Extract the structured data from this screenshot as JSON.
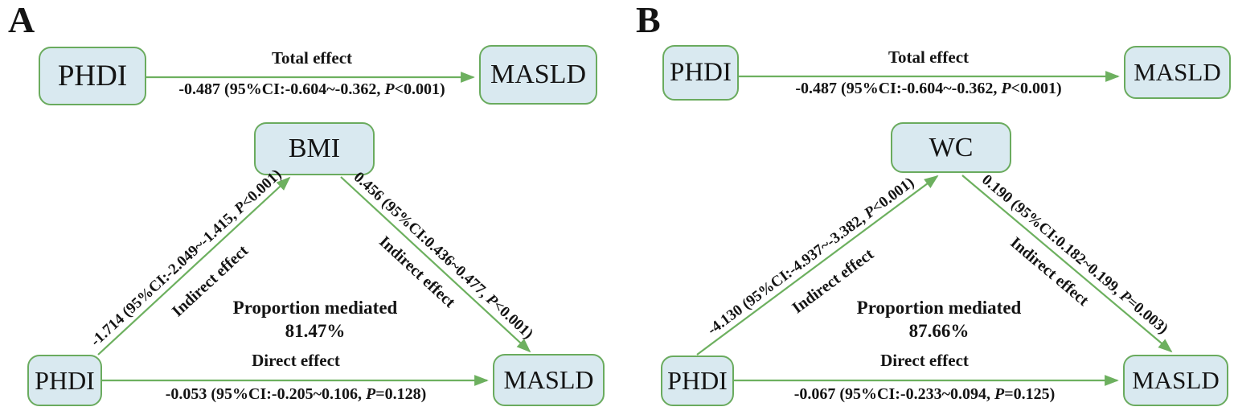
{
  "colors": {
    "box_fill": "#d9e9f0",
    "box_border": "#6aab5e",
    "arrow": "#6db05f",
    "text": "#141414"
  },
  "panels": [
    {
      "label": "A",
      "boxes": {
        "exposure_top": "PHDI",
        "outcome_top": "MASLD",
        "mediator": "BMI",
        "exposure_bottom": "PHDI",
        "outcome_bottom": "MASLD"
      },
      "total_effect": {
        "title": "Total effect",
        "stats": "-0.487 (95%CI:-0.604~-0.362, P<0.001)"
      },
      "indirect_left": {
        "stats": "-1.714 (95%CI:-2.049~-1.415, P<0.001)",
        "label": "Indirect effect"
      },
      "indirect_right": {
        "stats": "0.456 (95%CI:0.436~0.477, P<0.001)",
        "label": "Indirect effect"
      },
      "proportion_mediated": {
        "title": "Proportion mediated",
        "value": "81.47%"
      },
      "direct_effect": {
        "title": "Direct effect",
        "stats": "-0.053 (95%CI:-0.205~0.106, P=0.128)"
      }
    },
    {
      "label": "B",
      "boxes": {
        "exposure_top": "PHDI",
        "outcome_top": "MASLD",
        "mediator": "WC",
        "exposure_bottom": "PHDI",
        "outcome_bottom": "MASLD"
      },
      "total_effect": {
        "title": "Total effect",
        "stats": "-0.487 (95%CI:-0.604~-0.362, P<0.001)"
      },
      "indirect_left": {
        "stats": "-4.130 (95%CI:-4.937~-3.382, P<0.001)",
        "label": "Indirect effect"
      },
      "indirect_right": {
        "stats": "0.190 (95%CI:0.182~0.199, P=0.003)",
        "label": "Indirect effect"
      },
      "proportion_mediated": {
        "title": "Proportion mediated",
        "value": "87.66%"
      },
      "direct_effect": {
        "title": "Direct effect",
        "stats": "-0.067 (95%CI:-0.233~0.094, P=0.125)"
      }
    }
  ]
}
